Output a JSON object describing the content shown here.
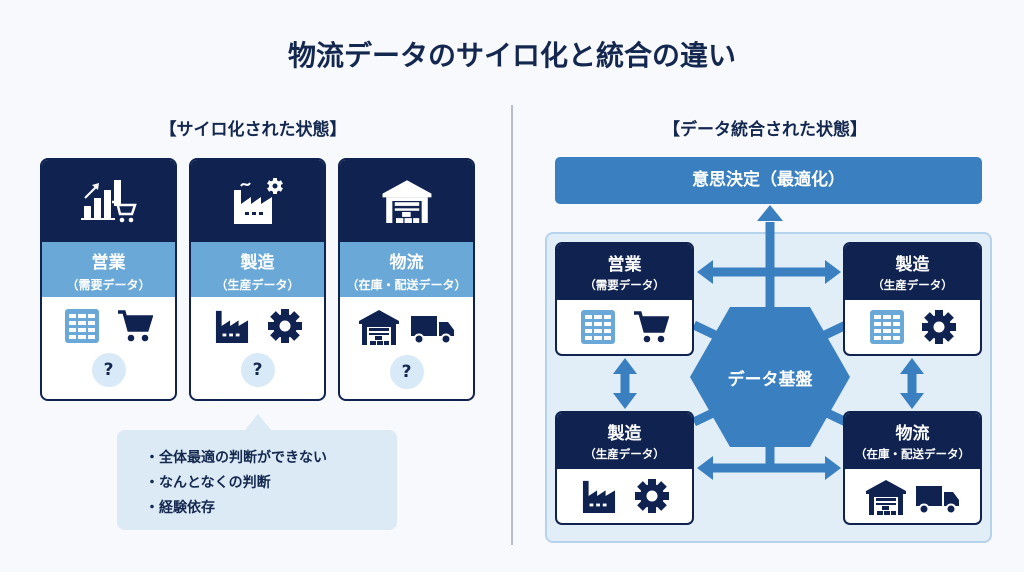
{
  "title": "物流データのサイロ化と統合の違い",
  "left": {
    "heading": "【サイロ化された状態】",
    "cards": [
      {
        "title": "営業",
        "subtitle": "（需要データ）",
        "question": "?"
      },
      {
        "title": "製造",
        "subtitle": "（生産データ）",
        "question": "?"
      },
      {
        "title": "物流",
        "subtitle": "（在庫・配送データ）",
        "question": "?"
      }
    ],
    "callout": [
      "・全体最適の判断ができない",
      "・なんとなくの判断",
      "・経験依存"
    ]
  },
  "right": {
    "heading": "【データ統合された状態】",
    "decision": "意思決定（最適化）",
    "hub": "データ基盤",
    "cards": [
      {
        "title": "営業",
        "subtitle": "（需要データ）"
      },
      {
        "title": "製造",
        "subtitle": "（生産データ）"
      },
      {
        "title": "製造",
        "subtitle": "（生産データ）"
      },
      {
        "title": "物流",
        "subtitle": "（在庫・配送データ）"
      }
    ]
  },
  "colors": {
    "navy": "#0f2250",
    "blue": "#3a80c0",
    "light_blue": "#6aa8d8",
    "panel": "#e1eef8"
  }
}
